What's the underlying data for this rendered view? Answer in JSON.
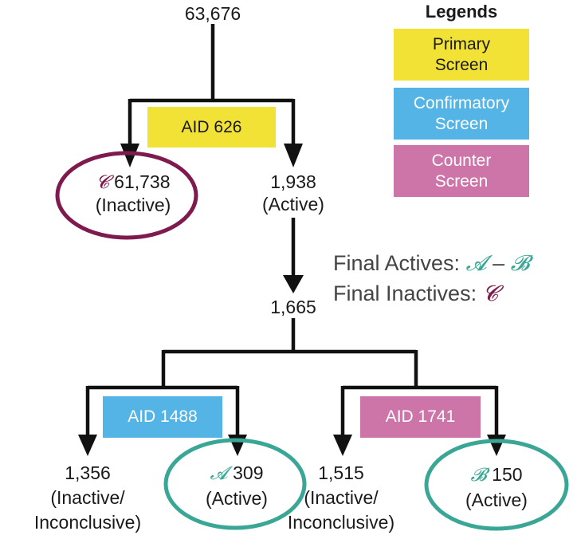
{
  "colors": {
    "primary_screen": "#f2e235",
    "confirmatory_screen": "#54b4e6",
    "counter_screen": "#cd75a8",
    "inactive_circle": "#7f1a4e",
    "active_circle": "#3aa796",
    "line": "#111111"
  },
  "root": {
    "count": "63,676"
  },
  "assays": {
    "aid626": {
      "label": "AID 626"
    },
    "aid1488": {
      "label": "AID 1488"
    },
    "aid1741": {
      "label": "AID 1741"
    }
  },
  "nodes": {
    "inactive_c": {
      "marker": "𝓒",
      "count": "61,738",
      "status": "(Inactive)"
    },
    "active_1938": {
      "count": "1,938",
      "status": "(Active)"
    },
    "mid_1665": {
      "count": "1,665"
    },
    "inconclusive_1356": {
      "count": "1,356",
      "status_line1": "(Inactive/",
      "status_line2": "Inconclusive)"
    },
    "active_a": {
      "marker": "𝓐",
      "count": "309",
      "status": "(Active)"
    },
    "inconclusive_1515": {
      "count": "1,515",
      "status_line1": "(Inactive/",
      "status_line2": "Inconclusive)"
    },
    "active_b": {
      "marker": "𝓑",
      "count": "150",
      "status": "(Active)"
    }
  },
  "legend": {
    "title": "Legends",
    "items": [
      {
        "line1": "Primary",
        "line2": "Screen"
      },
      {
        "line1": "Confirmatory",
        "line2": "Screen"
      },
      {
        "line1": "Counter",
        "line2": "Screen"
      }
    ]
  },
  "final": {
    "actives_label": "Final Actives: ",
    "actives_a": "𝓐",
    "actives_op": " – ",
    "actives_b": "𝓑",
    "inactives_label": "Final Inactives: ",
    "inactives_c": "𝓒"
  }
}
